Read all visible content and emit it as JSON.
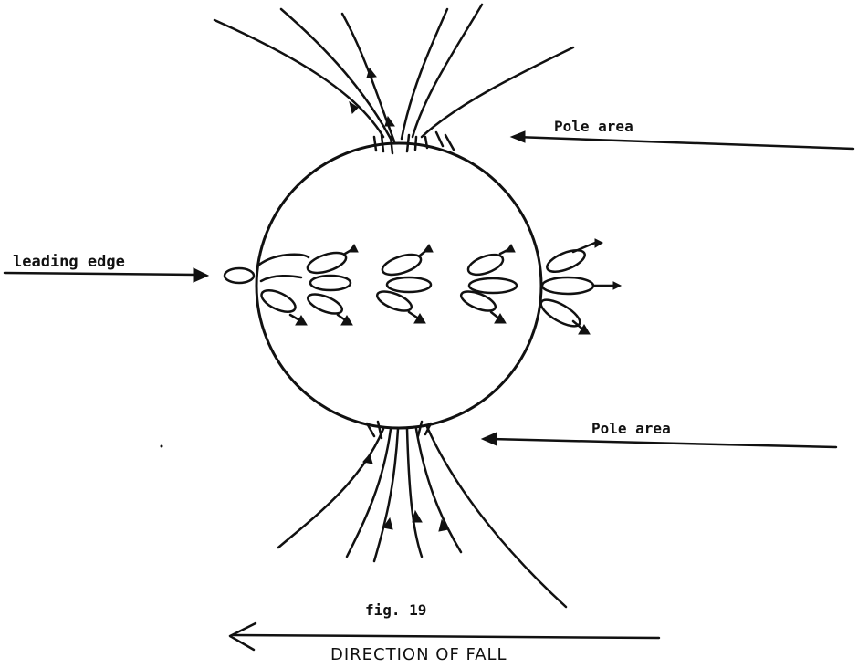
{
  "labels": {
    "pole_top": "Pole area",
    "pole_bottom": "Pole area",
    "leading_edge": "leading edge",
    "figure_number": "fig. 19",
    "direction": "DIRECTION OF FALL"
  },
  "colors": {
    "ink": "#111111",
    "paper": "#ffffff"
  }
}
